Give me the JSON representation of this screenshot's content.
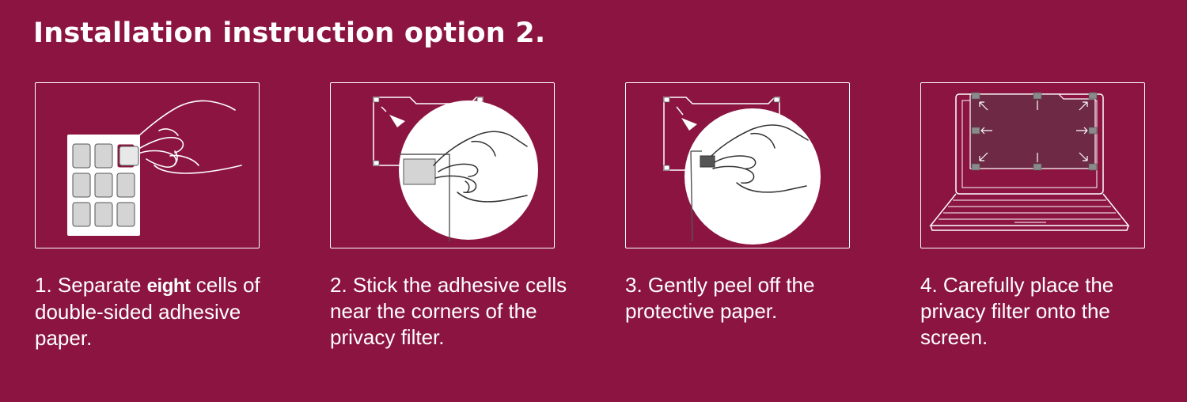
{
  "title": "Installation instruction option 2.",
  "steps": [
    {
      "caption_pre": "1. Separate",
      "caption_emphasis": "eight",
      "caption_post": "cells of double-sided adhesive paper.",
      "icon": "adhesive-sheet-icon"
    },
    {
      "caption": "2. Stick the adhesive cells near the corners of the privacy filter.",
      "icon": "stick-cell-icon"
    },
    {
      "caption": "3. Gently peel off the protective paper.",
      "icon": "peel-paper-icon"
    },
    {
      "caption": "4. Carefully place the privacy filter onto the screen.",
      "icon": "laptop-filter-icon"
    }
  ],
  "colors": {
    "background": "#8b1540",
    "foreground": "#ffffff",
    "cell": "#d4d4d4",
    "cell_dark": "#8a8a8a"
  }
}
